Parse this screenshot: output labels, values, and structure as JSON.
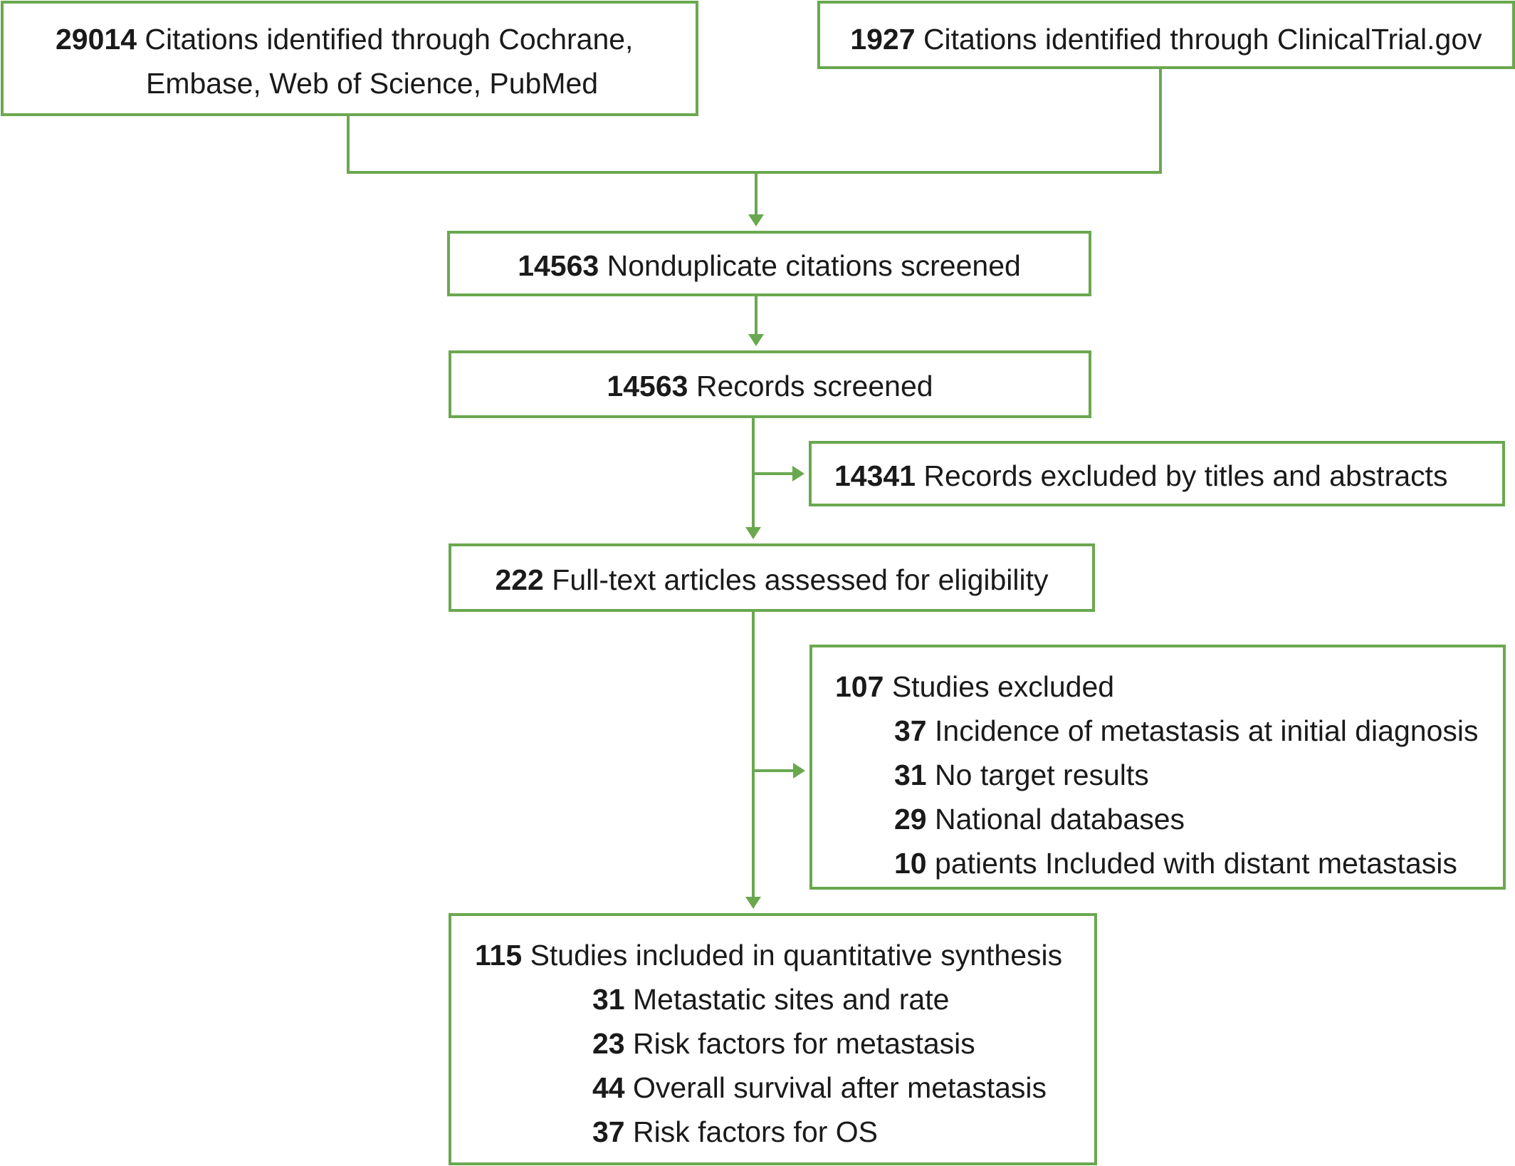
{
  "colors": {
    "accent": "#6aa84f",
    "text": "#1a1a1a"
  },
  "identification": {
    "databases": {
      "count": "29014",
      "text_line1": "Citations identified through Cochrane,",
      "text_line2": "Embase, Web of Science, PubMed"
    },
    "registry": {
      "count": "1927",
      "text": "Citations identified through ClinicalTrial.gov"
    }
  },
  "nonduplicate": {
    "count": "14563",
    "text": "Nonduplicate citations screened"
  },
  "screened": {
    "count": "14563",
    "text": "Records screened"
  },
  "excluded_titles": {
    "count": "14341",
    "text": "Records excluded by titles and abstracts"
  },
  "fulltext": {
    "count": "222",
    "text": "Full-text articles assessed for eligibility"
  },
  "studies_excluded": {
    "count": "107",
    "text": "Studies excluded",
    "reasons": [
      {
        "count": "37",
        "text": "Incidence of metastasis at initial diagnosis"
      },
      {
        "count": "31",
        "text": "No target results"
      },
      {
        "count": "29",
        "text": "National databases"
      },
      {
        "count": "10",
        "text": "patients Included with distant metastasis"
      }
    ]
  },
  "included": {
    "count": "115",
    "text": "Studies included in quantitative synthesis",
    "outcomes": [
      {
        "count": "31",
        "text": "Metastatic sites and rate"
      },
      {
        "count": "23",
        "text": "Risk factors for metastasis"
      },
      {
        "count": "44",
        "text": "Overall survival after metastasis"
      },
      {
        "count": "37",
        "text": "Risk factors for OS"
      }
    ]
  }
}
